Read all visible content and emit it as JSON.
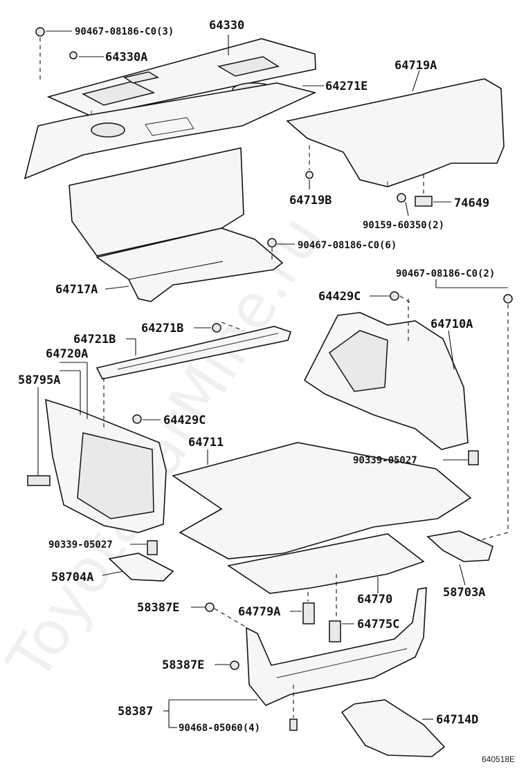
{
  "watermark": "ToyotaCarMine.ru",
  "figure_code": "640518E",
  "labels": {
    "p90467_08186_C0_3": "90467-08186-C0(3)",
    "p64330": "64330",
    "p64330A": "64330A",
    "p64271E": "64271E",
    "p64719A": "64719A",
    "p64719B": "64719B",
    "p74649": "74649",
    "p90159_60350_2": "90159-60350(2)",
    "p90467_08186_C0_6": "90467-08186-C0(6)",
    "p90467_08186_C0_2": "90467-08186-C0(2)",
    "p64717A": "64717A",
    "p64429C_top": "64429C",
    "p64271B": "64271B",
    "p64710A": "64710A",
    "p64721B": "64721B",
    "p64720A": "64720A",
    "p58795A": "58795A",
    "p64429C_mid": "64429C",
    "p64711": "64711",
    "p90339_05027_r": "90339-05027",
    "p90339_05027_l": "90339-05027",
    "p58704A": "58704A",
    "p64770": "64770",
    "p58703A": "58703A",
    "p58387E_top": "58387E",
    "p64779A": "64779A",
    "p64775C": "64775C",
    "p58387E_bot": "58387E",
    "p58387": "58387",
    "p90468_05060_4": "90468-05060(4)",
    "p64714D": "64714D"
  }
}
